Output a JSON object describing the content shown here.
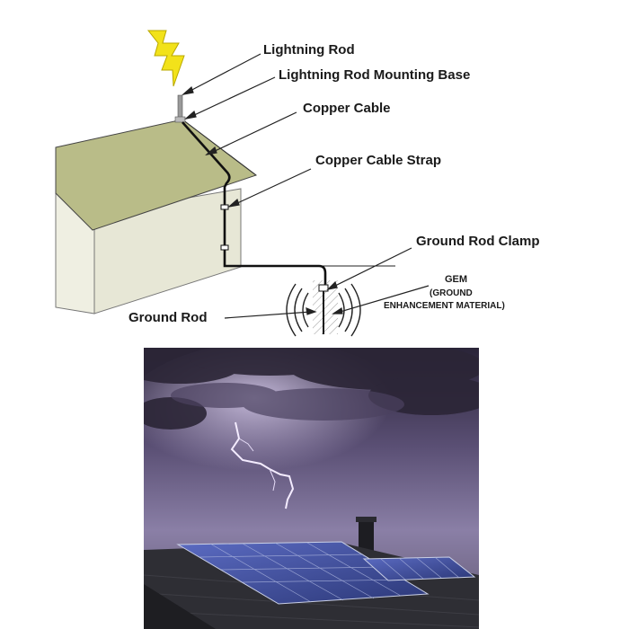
{
  "diagram": {
    "labels": {
      "lightning_rod": "Lightning Rod",
      "mounting_base": "Lightning Rod Mounting Base",
      "copper_cable": "Copper Cable",
      "cable_strap": "Copper Cable Strap",
      "ground_rod_clamp": "Ground Rod Clamp",
      "gem_title": "GEM",
      "gem_line1": "(GROUND",
      "gem_line2": "ENHANCEMENT MATERIAL)",
      "ground_rod": "Ground Rod"
    },
    "colors": {
      "roof": "#b9bc88",
      "wall_front": "#e9e9d9",
      "wall_side": "#f0f0e2",
      "bolt": "#f2e21a",
      "cable": "#111111"
    }
  },
  "photo": {
    "icons": [
      "storm-cloud-icon",
      "lightning-bolt-icon",
      "solar-panel-icon",
      "house-roof-icon",
      "chimney-icon"
    ],
    "colors": {
      "sky_dark": "#2a2438",
      "sky_light": "#8a7fa6",
      "panel": "#3f4ea0",
      "roof": "#2e2e34"
    }
  }
}
